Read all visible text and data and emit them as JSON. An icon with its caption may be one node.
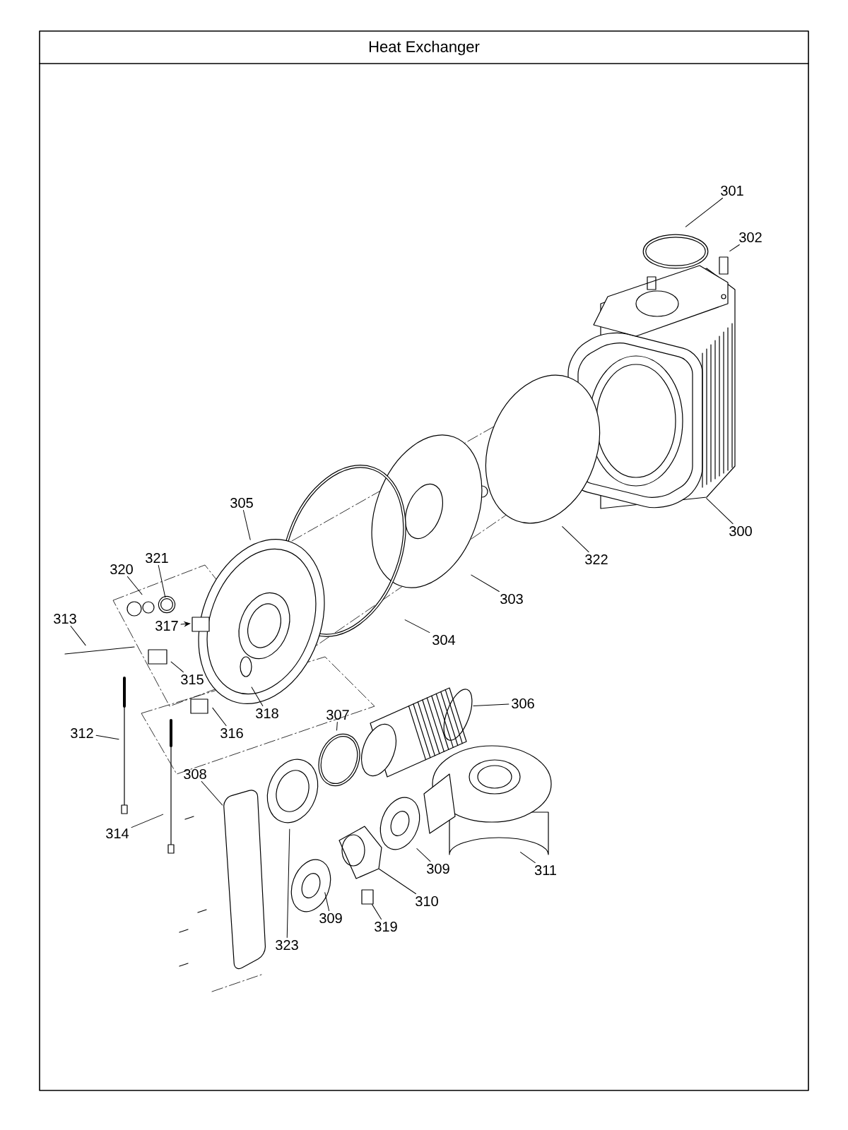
{
  "diagram": {
    "title": "Heat Exchanger",
    "nodes": [
      {
        "text": [
          "301"
        ]
      },
      {
        "text": [
          "302"
        ]
      },
      {
        "text": [
          "300"
        ]
      },
      {
        "text": [
          "322"
        ]
      },
      {
        "text": [
          "303"
        ]
      },
      {
        "text": [
          "304"
        ]
      },
      {
        "text": [
          "305"
        ]
      },
      {
        "text": [
          "320"
        ]
      },
      {
        "text": [
          "321"
        ]
      },
      {
        "text": [
          "313"
        ]
      },
      {
        "text": [
          "317"
        ]
      },
      {
        "text": [
          "315"
        ]
      },
      {
        "text": [
          "318"
        ]
      },
      {
        "text": [
          "316"
        ]
      },
      {
        "text": [
          "312"
        ]
      },
      {
        "text": [
          "306"
        ]
      },
      {
        "text": [
          "307"
        ]
      },
      {
        "text": [
          "308"
        ]
      },
      {
        "text": [
          "314"
        ]
      },
      {
        "text": [
          "311"
        ]
      },
      {
        "text": [
          "309"
        ]
      },
      {
        "text": [
          "310"
        ]
      },
      {
        "text": [
          "309"
        ]
      },
      {
        "text": [
          "319"
        ]
      },
      {
        "text": [
          "323"
        ]
      },
      {
        "text": [],
        "shape": "circle"
      },
      {
        "text": [],
        "shape": "box"
      }
    ],
    "edges": [
      {
        "from": 0,
        "to": null,
        "arrow": "none"
      },
      {
        "from": 1,
        "to": null,
        "arrow": "none"
      },
      {
        "from": 2,
        "to": null,
        "arrow": "none"
      },
      {
        "from": 3,
        "to": null,
        "arrow": "none"
      },
      {
        "from": 4,
        "to": null,
        "arrow": "none"
      },
      {
        "from": 5,
        "to": null,
        "arrow": "none"
      },
      {
        "from": 6,
        "to": null,
        "arrow": "none"
      },
      {
        "from": 7,
        "to": null,
        "arrow": "none"
      },
      {
        "from": 8,
        "to": 25,
        "arrow": "none"
      },
      {
        "from": 9,
        "to": null,
        "arrow": "none"
      },
      {
        "from": 10,
        "to": null,
        "arrow": "to"
      },
      {
        "from": 11,
        "to": null,
        "arrow": "none"
      },
      {
        "from": 12,
        "to": null,
        "arrow": "none"
      },
      {
        "from": 13,
        "to": null,
        "arrow": "none"
      },
      {
        "from": 14,
        "to": null,
        "arrow": "none"
      },
      {
        "from": 15,
        "to": null,
        "arrow": "none"
      },
      {
        "from": 16,
        "to": null,
        "arrow": "none"
      },
      {
        "from": 17,
        "to": null,
        "arrow": "none"
      },
      {
        "from": 18,
        "to": null,
        "arrow": "none"
      },
      {
        "from": 19,
        "to": null,
        "arrow": "none"
      },
      {
        "from": 20,
        "to": null,
        "arrow": "none"
      },
      {
        "from": 21,
        "to": null,
        "arrow": "none"
      },
      {
        "from": 22,
        "to": null,
        "arrow": "none"
      },
      {
        "from": 23,
        "to": 26,
        "arrow": "none"
      },
      {
        "from": 24,
        "to": null,
        "arrow": "none"
      }
    ]
  }
}
